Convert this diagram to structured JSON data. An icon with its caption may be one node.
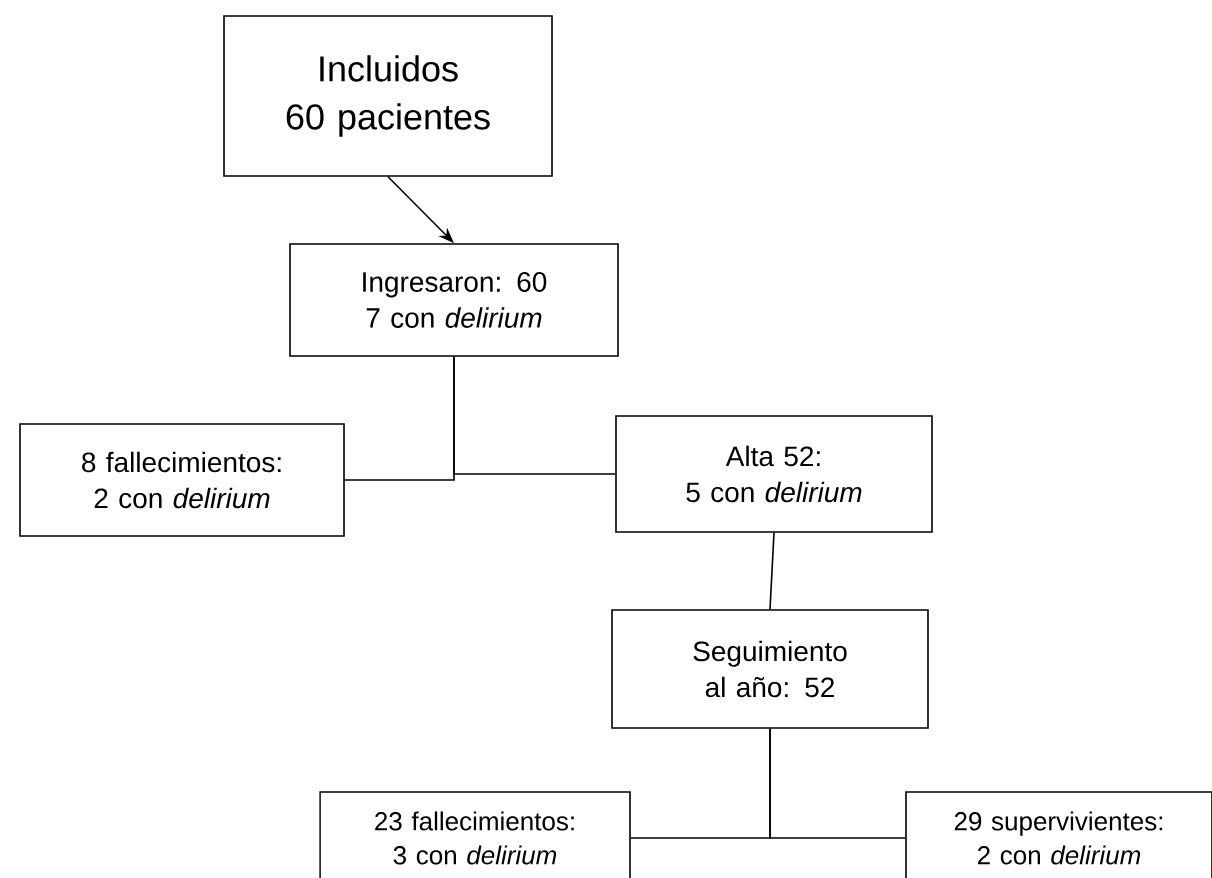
{
  "diagram": {
    "nodes": [
      {
        "text": [
          "Incluidos",
          "60 pacientes"
        ]
      },
      {
        "text": [
          "Ingresaron: 60",
          "7 con *delirium*"
        ]
      },
      {
        "text": [
          "8 fallecimientos:",
          "2 con *delirium*"
        ]
      },
      {
        "text": [
          "Alta 52:",
          "5 con *delirium*"
        ]
      },
      {
        "text": [
          "Seguimiento al año: 52"
        ]
      },
      {
        "text": [
          "23 fallecimientos:",
          "3 con *delirium*"
        ]
      },
      {
        "text": [
          "29 supervivientes:",
          "2 con *delirium*"
        ]
      }
    ],
    "edges": [
      {
        "from": 0,
        "to": 1,
        "arrow": "to"
      },
      {
        "from": 1,
        "to": 2,
        "arrow": "none"
      },
      {
        "from": 1,
        "to": 3,
        "arrow": "none"
      },
      {
        "from": 3,
        "to": 4,
        "arrow": "none"
      },
      {
        "from": 4,
        "to": 5,
        "arrow": "none"
      },
      {
        "from": 4,
        "to": 6,
        "arrow": "none"
      }
    ]
  }
}
